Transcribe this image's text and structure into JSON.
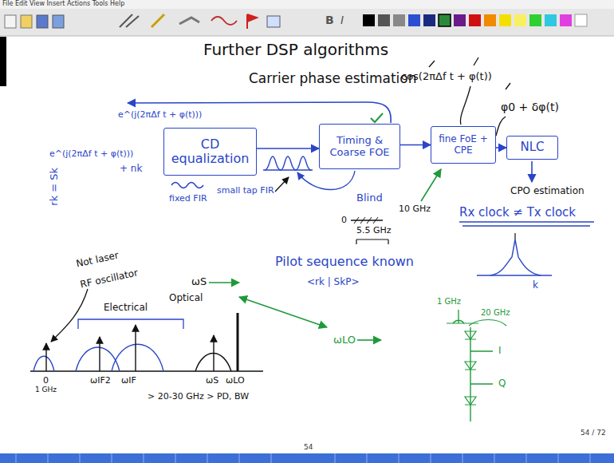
{
  "diagram": {
    "title": "Further DSP algorithms",
    "nodes": [
      {
        "text": [
          "CD equalization"
        ]
      },
      {
        "text": [
          "Timing & Coarse FOE"
        ]
      },
      {
        "text": [
          "fine FoE + CPE"
        ]
      },
      {
        "text": [
          "NLC"
        ]
      }
    ],
    "edges": [
      {
        "from": 0,
        "to": 1,
        "arrow": "to"
      },
      {
        "from": 1,
        "to": 2,
        "arrow": "to"
      },
      {
        "from": 2,
        "to": 3,
        "arrow": "to"
      }
    ],
    "labels": [
      "File Edit View Insert Actions Tools Help",
      "B",
      "I",
      "Carrier phase estimation",
      "cos(2πΔf t + φ(t))",
      "φ0 + δφ(t)",
      "CPO estimation",
      "e^(j(2πΔf t + φ(t)))",
      "e^(j(2πΔf t + φ(t)))",
      "rk = Sk",
      "+ nk",
      "fixed FIR",
      "small tap FIR",
      "Blind",
      "0",
      "10 GHz",
      "5.5 GHz",
      "Rx clock ≠ Tx clock",
      "Pilot sequence known",
      "<rk | SkP>",
      "k",
      "1 GHz",
      "20 GHz",
      "I",
      "Q",
      "Not laser",
      "RF oscillator",
      "Electrical",
      "Optical",
      "ωS",
      "ωLO",
      "0",
      "1 GHz",
      "ωIF2",
      "ωIF",
      "> 20-30 GHz > PD, BW",
      "ωS",
      "ωLO",
      "54 / 72",
      "54"
    ]
  }
}
